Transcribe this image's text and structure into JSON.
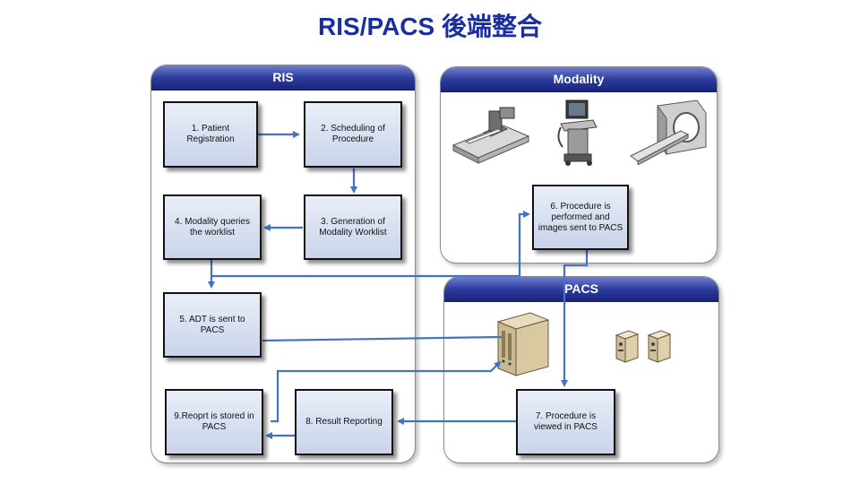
{
  "title": "RIS/PACS 後端整合",
  "panels": {
    "ris": "RIS",
    "modality": "Modality",
    "pacs": "PACS"
  },
  "steps": {
    "s1": "1. Patient Registration",
    "s2": "2. Scheduling of Procedure",
    "s3": "3. Generation of Modality Worklist",
    "s4": "4. Modality queries the worklist",
    "s5": "5. ADT is sent to PACS",
    "s6": "6. Procedure is performed and images sent to PACS",
    "s7": "7. Procedure is viewed in PACS",
    "s8": "8. Result Reporting",
    "s9": "9.Reoprt is stored in PACS"
  },
  "icons": {
    "modality_devices": [
      "radiography-table-icon",
      "ultrasound-machine-icon",
      "ct-scanner-icon"
    ],
    "pacs_devices": [
      "server-rack-icon",
      "workstation-icon"
    ]
  },
  "colors": {
    "title": "#1a2ea0",
    "panel_header": "#2b3a9c",
    "arrow": "#4472c4"
  }
}
